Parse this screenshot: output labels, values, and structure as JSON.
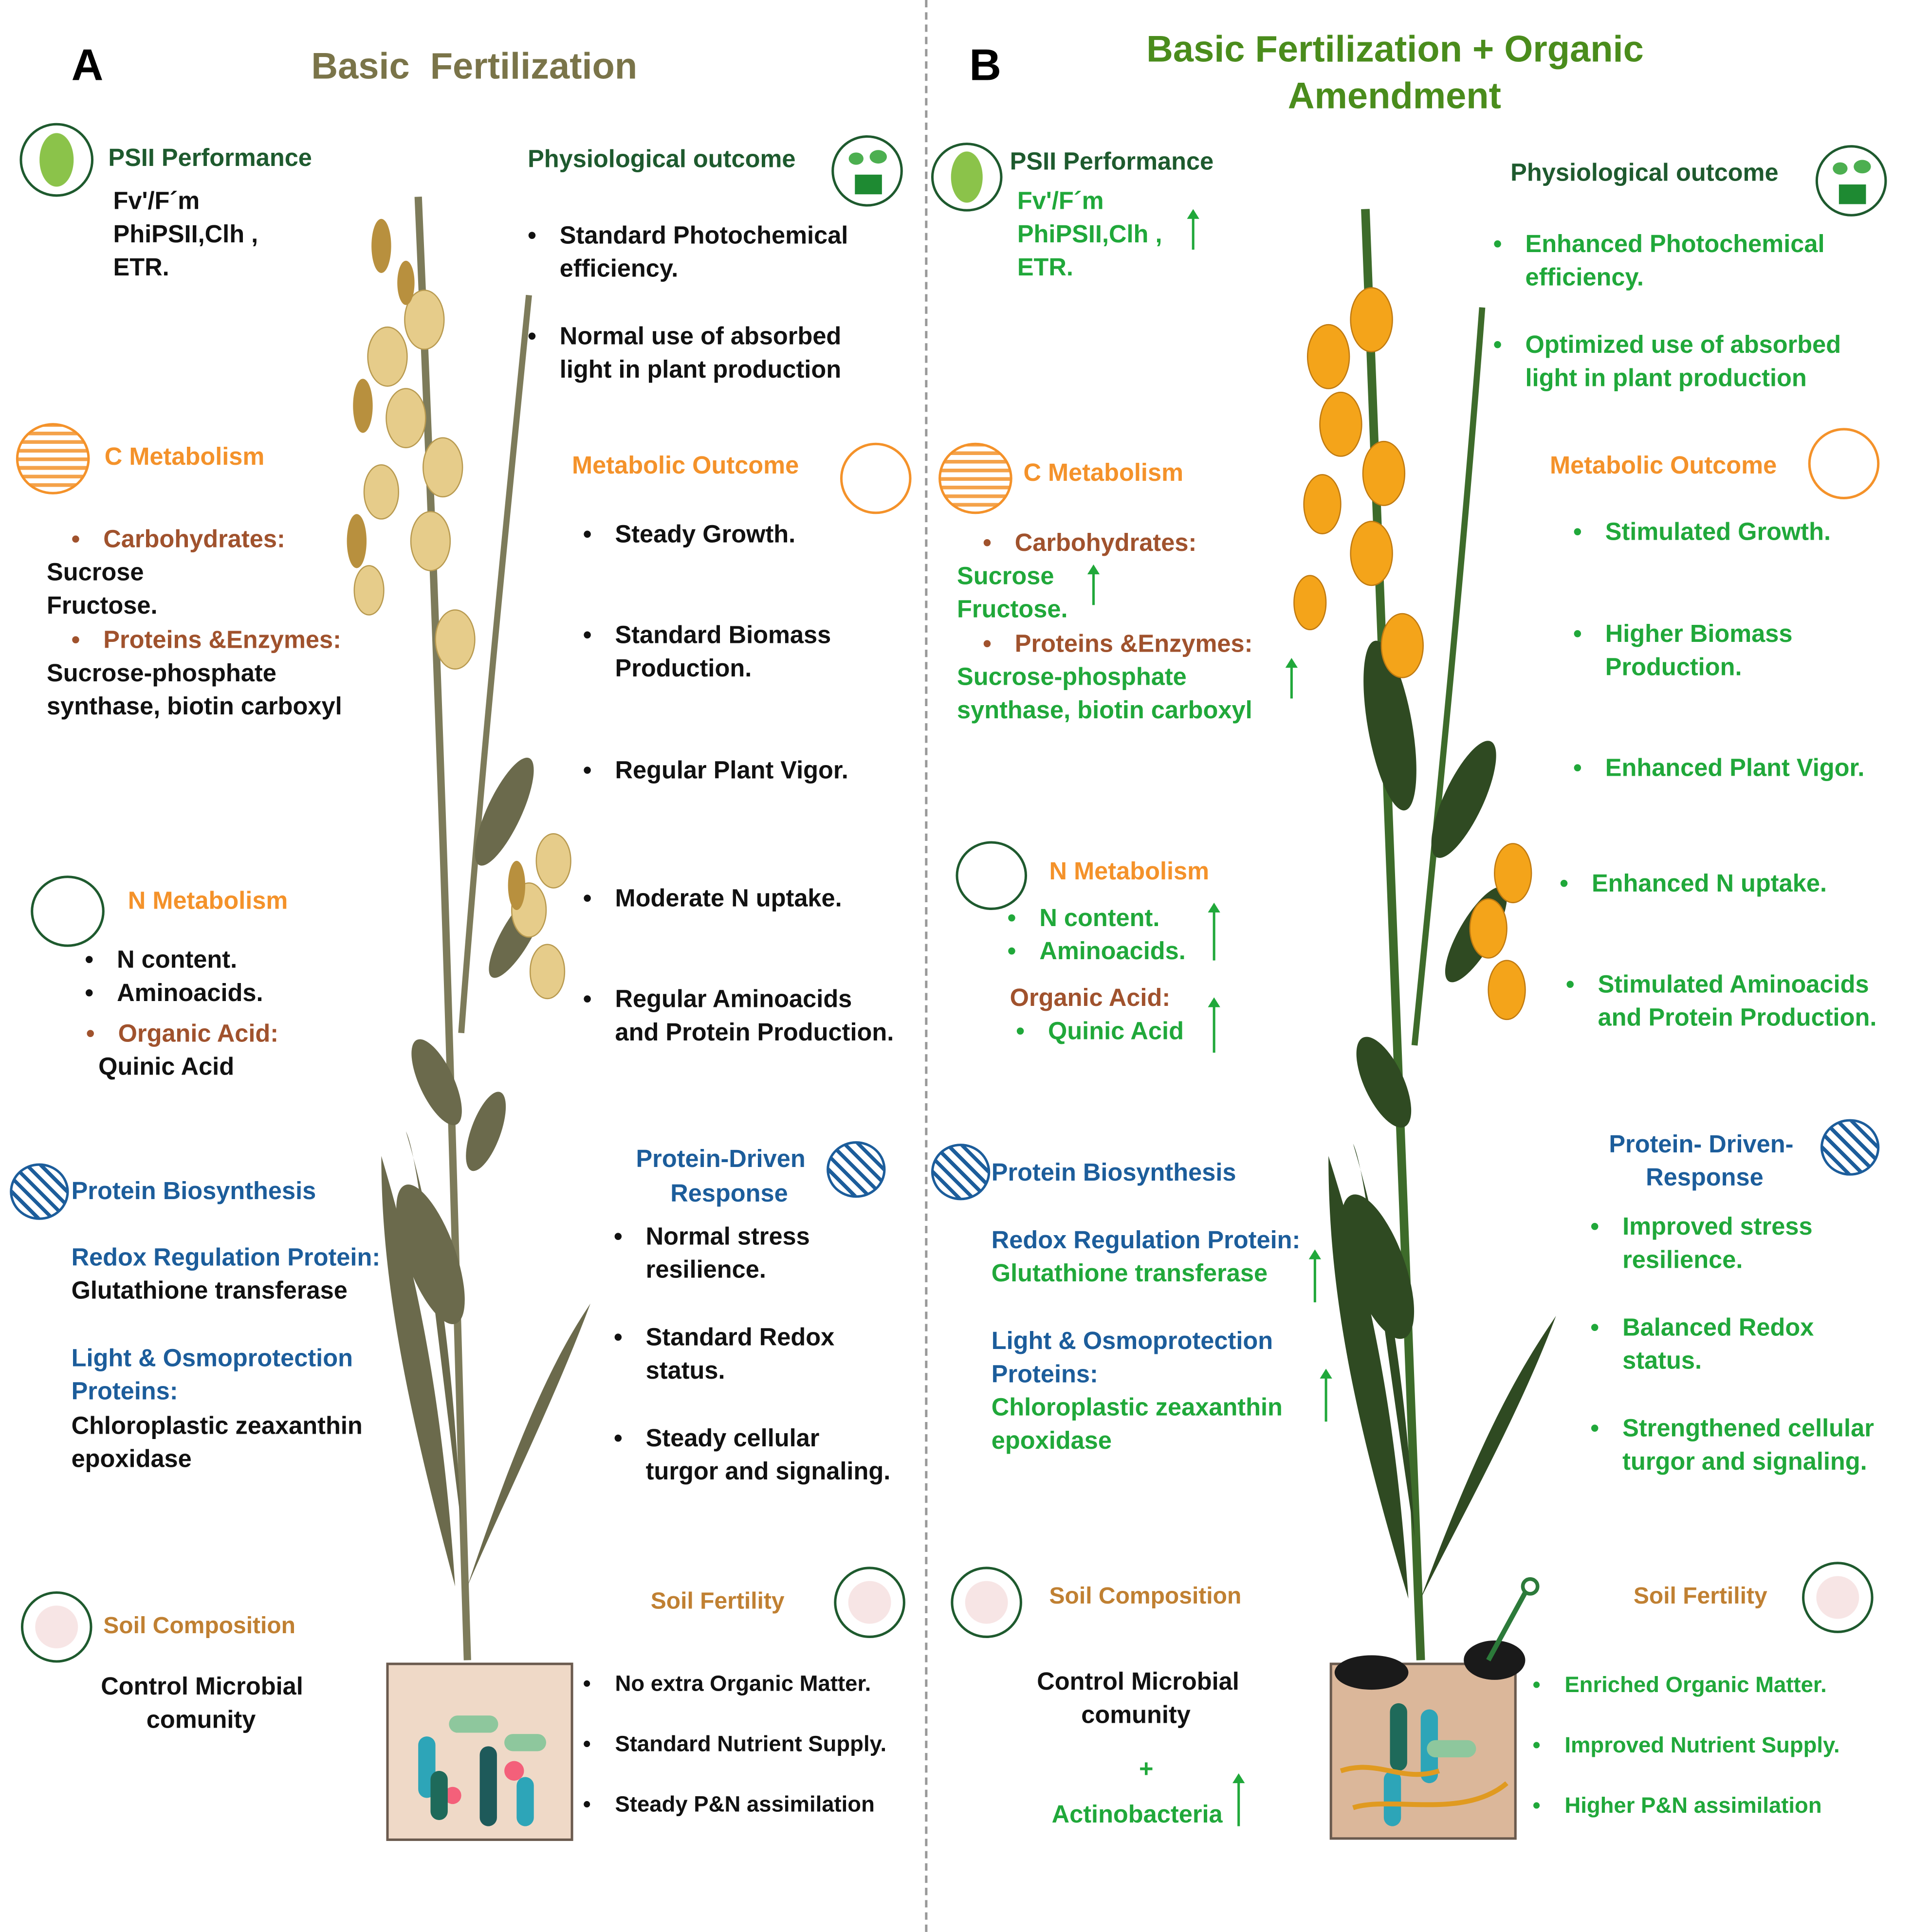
{
  "panel_a": {
    "letter": "A",
    "title": "Basic  Fertilization",
    "psii": {
      "heading": "PSII Performance",
      "lines": [
        "Fv'/F´m",
        "PhiPSII,Clh ,",
        "ETR."
      ]
    },
    "physio": {
      "heading": "Physiological outcome",
      "b1": [
        "Standard Photochemical",
        "efficiency."
      ],
      "b2": [
        "Normal use of absorbed",
        "light in plant production"
      ]
    },
    "cmet": {
      "heading": "C Metabolism",
      "carb": "Carbohydrates:",
      "carb_lines": [
        "Sucrose",
        "Fructose."
      ],
      "prot": "Proteins &Enzymes:",
      "prot_lines": [
        "Sucrose-phosphate",
        "synthase, biotin carboxyl"
      ]
    },
    "metab": {
      "heading": "Metabolic Outcome",
      "b1": "Steady Growth.",
      "b2": [
        "Standard Biomass",
        "Production."
      ],
      "b3": "Regular Plant Vigor.",
      "b4": "Moderate N uptake.",
      "b5": [
        "Regular Aminoacids",
        "and Protein Production."
      ]
    },
    "nmet": {
      "heading": "N Metabolism",
      "b1": "N content.",
      "b2": "Aminoacids.",
      "org": "Organic Acid:",
      "org_line": "Quinic Acid"
    },
    "prot": {
      "heading": "Protein Biosynthesis",
      "redox": "Redox Regulation Protein:",
      "redox_line": "Glutathione transferase",
      "light": [
        "Light & Osmoprotection",
        "Proteins:"
      ],
      "light_lines": [
        "Chloroplastic zeaxanthin",
        "epoxidase"
      ]
    },
    "resp": {
      "heading": [
        "Protein-Driven",
        "Response"
      ],
      "b1": [
        "Normal  stress",
        "resilience."
      ],
      "b2": [
        "Standard Redox",
        "status."
      ],
      "b3": [
        "Steady cellular",
        "turgor and signaling."
      ]
    },
    "soil": {
      "heading": "Soil Composition",
      "lines": [
        "Control Microbial",
        "comunity"
      ]
    },
    "fert": {
      "heading": "Soil Fertility",
      "b1": "No extra Organic Matter.",
      "b2": "Standard Nutrient Supply.",
      "b3": "Steady P&N assimilation"
    }
  },
  "panel_b": {
    "letter": "B",
    "title": [
      "Basic Fertilization + Organic",
      "Amendment"
    ],
    "psii": {
      "heading": "PSII Performance",
      "lines": [
        "Fv'/F´m",
        "PhiPSII,Clh ,",
        "ETR."
      ]
    },
    "physio": {
      "heading": "Physiological outcome",
      "b1": [
        "Enhanced Photochemical",
        "efficiency."
      ],
      "b2": [
        "Optimized use of absorbed",
        "light in plant production"
      ]
    },
    "cmet": {
      "heading": "C Metabolism",
      "carb": "Carbohydrates:",
      "carb_lines": [
        "Sucrose",
        "Fructose."
      ],
      "prot": "Proteins &Enzymes:",
      "prot_lines": [
        "Sucrose-phosphate",
        "synthase, biotin carboxyl"
      ]
    },
    "metab": {
      "heading": "Metabolic Outcome",
      "b1": "Stimulated Growth.",
      "b2": [
        "Higher Biomass",
        "Production."
      ],
      "b3": "Enhanced  Plant Vigor.",
      "b4": "Enhanced N uptake.",
      "b5": [
        "Stimulated Aminoacids",
        "and Protein Production."
      ]
    },
    "nmet": {
      "heading": "N Metabolism",
      "b1": "N content.",
      "b2": "Aminoacids.",
      "org": "Organic Acid:",
      "org_line": "Quinic Acid"
    },
    "prot": {
      "heading": "Protein Biosynthesis",
      "redox": "Redox Regulation Protein:",
      "redox_line": "Glutathione transferase",
      "light": [
        "Light & Osmoprotection",
        "Proteins:"
      ],
      "light_lines": [
        "Chloroplastic zeaxanthin",
        "epoxidase"
      ]
    },
    "resp": {
      "heading": [
        "Protein- Driven-",
        "Response"
      ],
      "b1": [
        "Improved stress",
        "resilience."
      ],
      "b2": [
        "Balanced Redox",
        "status."
      ],
      "b3": [
        "Strengthened cellular",
        "turgor and signaling."
      ]
    },
    "soil": {
      "heading": "Soil Composition",
      "lines": [
        "Control Microbial",
        "comunity"
      ],
      "plus": "+",
      "extra": "Actinobacteria"
    },
    "fert": {
      "heading": "Soil Fertility",
      "b1": "Enriched Organic Matter.",
      "b2": "Improved Nutrient Supply.",
      "b3": "Higher P&N assimilation"
    }
  },
  "colors": {
    "title_a": "#7a7449",
    "title_b": "#4a8c1c",
    "orange": "#f4922a",
    "green": "#20a83a",
    "blue": "#1c5d9b",
    "dark_green": "#1e5a2e",
    "brown": "#a0522d"
  }
}
